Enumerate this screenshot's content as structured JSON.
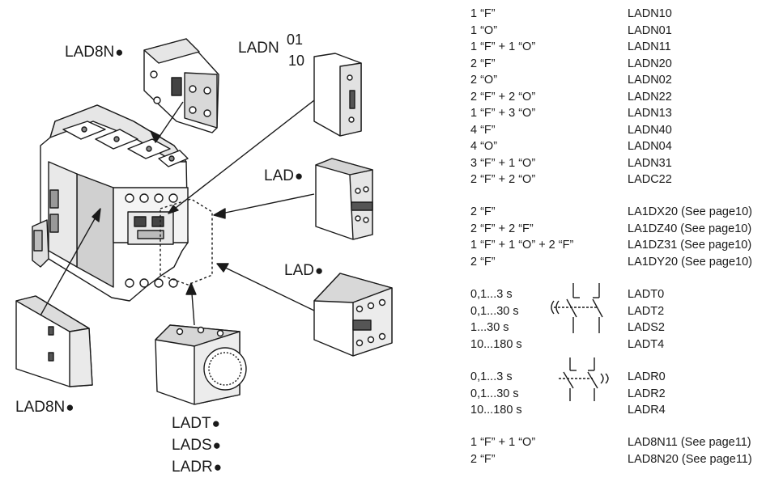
{
  "labels": {
    "lad8n_top": "LAD8N",
    "ladn_base": "LADN",
    "ladn_sup": "01",
    "ladn_sub": "10",
    "lad_1": "LAD",
    "lad_2": "LAD",
    "lad8n_bottom": "LAD8N",
    "ladt": "LADT",
    "lads": "LADS",
    "ladr": "LADR",
    "dot": "●"
  },
  "table": {
    "ladn_group": [
      {
        "contacts": "1 “F”",
        "ref": "LADN10"
      },
      {
        "contacts": "1 “O”",
        "ref": "LADN01"
      },
      {
        "contacts": "1 “F” + 1 “O”",
        "ref": "LADN11"
      },
      {
        "contacts": "2 “F”",
        "ref": "LADN20"
      },
      {
        "contacts": "2 “O”",
        "ref": "LADN02"
      },
      {
        "contacts": "2 “F” + 2 “O”",
        "ref": "LADN22"
      },
      {
        "contacts": "1 “F” + 3 “O”",
        "ref": "LADN13"
      },
      {
        "contacts": "4 “F”",
        "ref": "LADN40"
      },
      {
        "contacts": "4 “O”",
        "ref": "LADN04"
      },
      {
        "contacts": "3 “F” + 1 “O”",
        "ref": "LADN31"
      },
      {
        "contacts": "2 “F” + 2 “O”",
        "ref": "LADC22"
      }
    ],
    "la1d_group": [
      {
        "contacts": "2 “F”",
        "ref": "LA1DX20 (See page10)"
      },
      {
        "contacts": "2 “F” + 2 “F”",
        "ref": "LA1DZ40 (See page10)"
      },
      {
        "contacts": "1 “F” + 1 “O” + 2 “F”",
        "ref": "LA1DZ31 (See page10)"
      },
      {
        "contacts": "2 “F”",
        "ref": "LA1DY20 (See page10)"
      }
    ],
    "ladt_group": [
      {
        "contacts": "0,1...3 s",
        "ref": "LADT0"
      },
      {
        "contacts": "0,1...30 s",
        "ref": "LADT2"
      },
      {
        "contacts": "1...30 s",
        "ref": "LADS2"
      },
      {
        "contacts": "10...180 s",
        "ref": "LADT4"
      }
    ],
    "ladr_group": [
      {
        "contacts": "0,1...3 s",
        "ref": "LADR0"
      },
      {
        "contacts": "0,1...30 s",
        "ref": "LADR2"
      },
      {
        "contacts": "10...180 s",
        "ref": "LADR4"
      }
    ],
    "lad8n_group": [
      {
        "contacts": "1 “F” + 1 “O”",
        "ref": "LAD8N11 (See page11)"
      },
      {
        "contacts": "2 “F”",
        "ref": "LAD8N20 (See page11)"
      }
    ]
  }
}
